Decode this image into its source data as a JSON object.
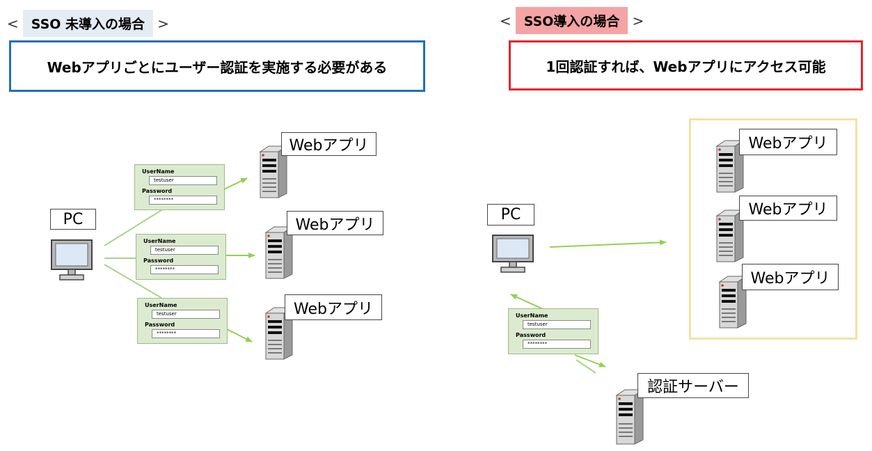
{
  "left": {
    "header": {
      "open": "<",
      "tag": "SSO 未導入の場合",
      "close": ">"
    },
    "banner": "Webアプリごとにユーザー認証を実施する必要がある",
    "pc_label": "PC",
    "servers": [
      {
        "label": "Webアプリ"
      },
      {
        "label": "Webアプリ"
      },
      {
        "label": "Webアプリ"
      }
    ],
    "forms": [
      {
        "user_label": "UserName",
        "user_value": "testuser",
        "pass_label": "Password",
        "pass_value": "********"
      },
      {
        "user_label": "UserName",
        "user_value": "testuser",
        "pass_label": "Password",
        "pass_value": "********"
      },
      {
        "user_label": "UserName",
        "user_value": "testuser",
        "pass_label": "Password",
        "pass_value": "********"
      }
    ]
  },
  "right": {
    "header": {
      "open": "<",
      "tag": "SSO導入の場合",
      "close": ">"
    },
    "banner": "1回認証すれば、Webアプリにアクセス可能",
    "pc_label": "PC",
    "servers": [
      {
        "label": "Webアプリ"
      },
      {
        "label": "Webアプリ"
      },
      {
        "label": "Webアプリ"
      }
    ],
    "auth_server": {
      "label": "認証サーバー"
    },
    "form": {
      "user_label": "UserName",
      "user_value": "testuser",
      "pass_label": "Password",
      "pass_value": "********"
    }
  },
  "colors": {
    "left_accent": "#1f6fbf",
    "right_accent": "#e8242b",
    "arrow": "#92d050",
    "form_bg": "#dcebd0",
    "group_border": "#f7e1a0"
  }
}
